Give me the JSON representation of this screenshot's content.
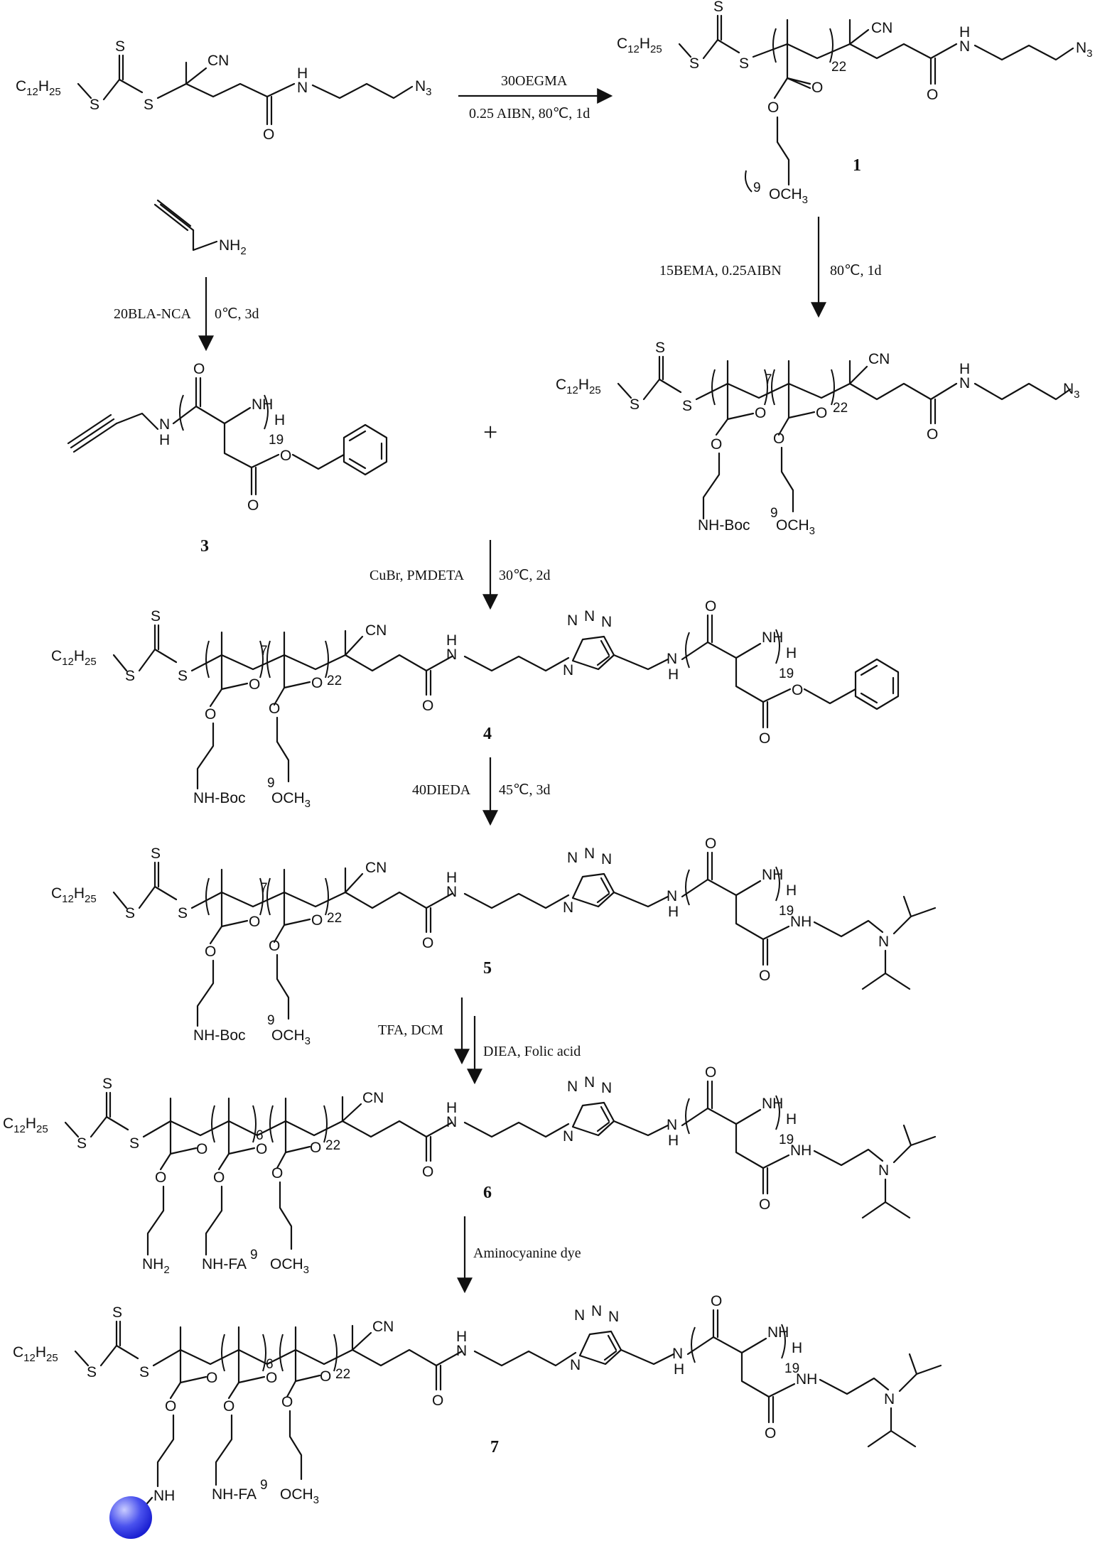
{
  "scheme": {
    "conditions": {
      "step1_top": "30OEGMA",
      "step1_bottom": "0.25 AIBN, 80℃, 1d",
      "step2_left": "15BEMA, 0.25AIBN",
      "step2_right": "80℃, 1d",
      "step3_left": "20BLA-NCA",
      "step3_right": "0℃, 3d",
      "step4_left": "CuBr, PMDETA",
      "step4_right": "30℃, 2d",
      "step5_left": "40DIEDA",
      "step5_right": "45℃, 3d",
      "step6_left": "TFA, DCM",
      "step6_right": "DIEA, Folic acid",
      "step7_right": "Aminocyanine dye"
    },
    "compound_numbers": [
      "1",
      "3",
      "4",
      "5",
      "6",
      "7"
    ],
    "plus_sign": "+",
    "atoms": {
      "chain": "C",
      "chain_sub": "12",
      "chain_h": "H",
      "chain_h_sub": "25",
      "sulfur": "S",
      "nitrile": "CN",
      "amide_nh": "H",
      "nitrogen": "N",
      "azide": "N",
      "azide_sub": "3",
      "oxygen": "O",
      "methoxy": "OCH",
      "methoxy_sub": "3",
      "amine": "NH",
      "amine_sub": "2",
      "boc": "NH-Boc",
      "fa": "NH-FA",
      "nh_dye": "NH",
      "h_end": "H",
      "triazole_n": "N"
    },
    "dp_labels": {
      "oegma": "22",
      "peg": "9",
      "bema": "7",
      "bla": "19",
      "fa_block": "6"
    },
    "colors": {
      "ink": "#111111",
      "dye_sphere_light": "#c9ccff",
      "dye_sphere_dark": "#1a1fd1"
    }
  }
}
